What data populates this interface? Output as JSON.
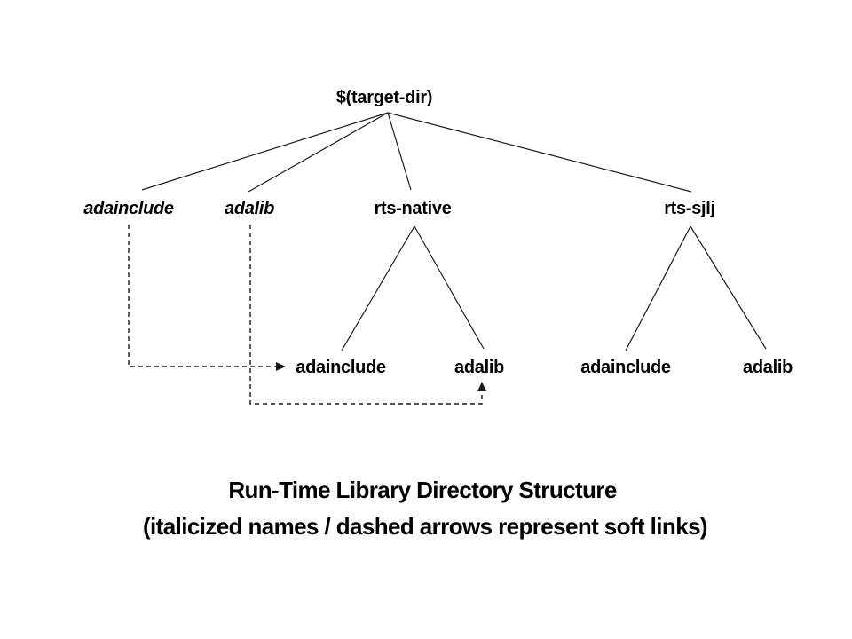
{
  "diagram": {
    "root": {
      "label": "$(target-dir)"
    },
    "level2": [
      {
        "label": "adainclude",
        "soft_link": true
      },
      {
        "label": "adalib",
        "soft_link": true
      },
      {
        "label": "rts-native",
        "soft_link": false
      },
      {
        "label": "rts-sjlj",
        "soft_link": false
      }
    ],
    "level3": [
      {
        "label": "adainclude",
        "parent": "rts-native"
      },
      {
        "label": "adalib",
        "parent": "rts-native"
      },
      {
        "label": "adainclude",
        "parent": "rts-sjlj"
      },
      {
        "label": "adalib",
        "parent": "rts-sjlj"
      }
    ],
    "soft_links": [
      {
        "from": "adainclude",
        "to": "rts-native/adainclude"
      },
      {
        "from": "adalib",
        "to": "rts-native/adalib"
      }
    ],
    "caption": {
      "line1": "Run-Time Library Directory Structure",
      "line2": "(italicized names / dashed arrows represent soft links)"
    },
    "colors": {
      "background": "#ffffff",
      "line": "#1a1a1a",
      "text": "#000000"
    }
  }
}
